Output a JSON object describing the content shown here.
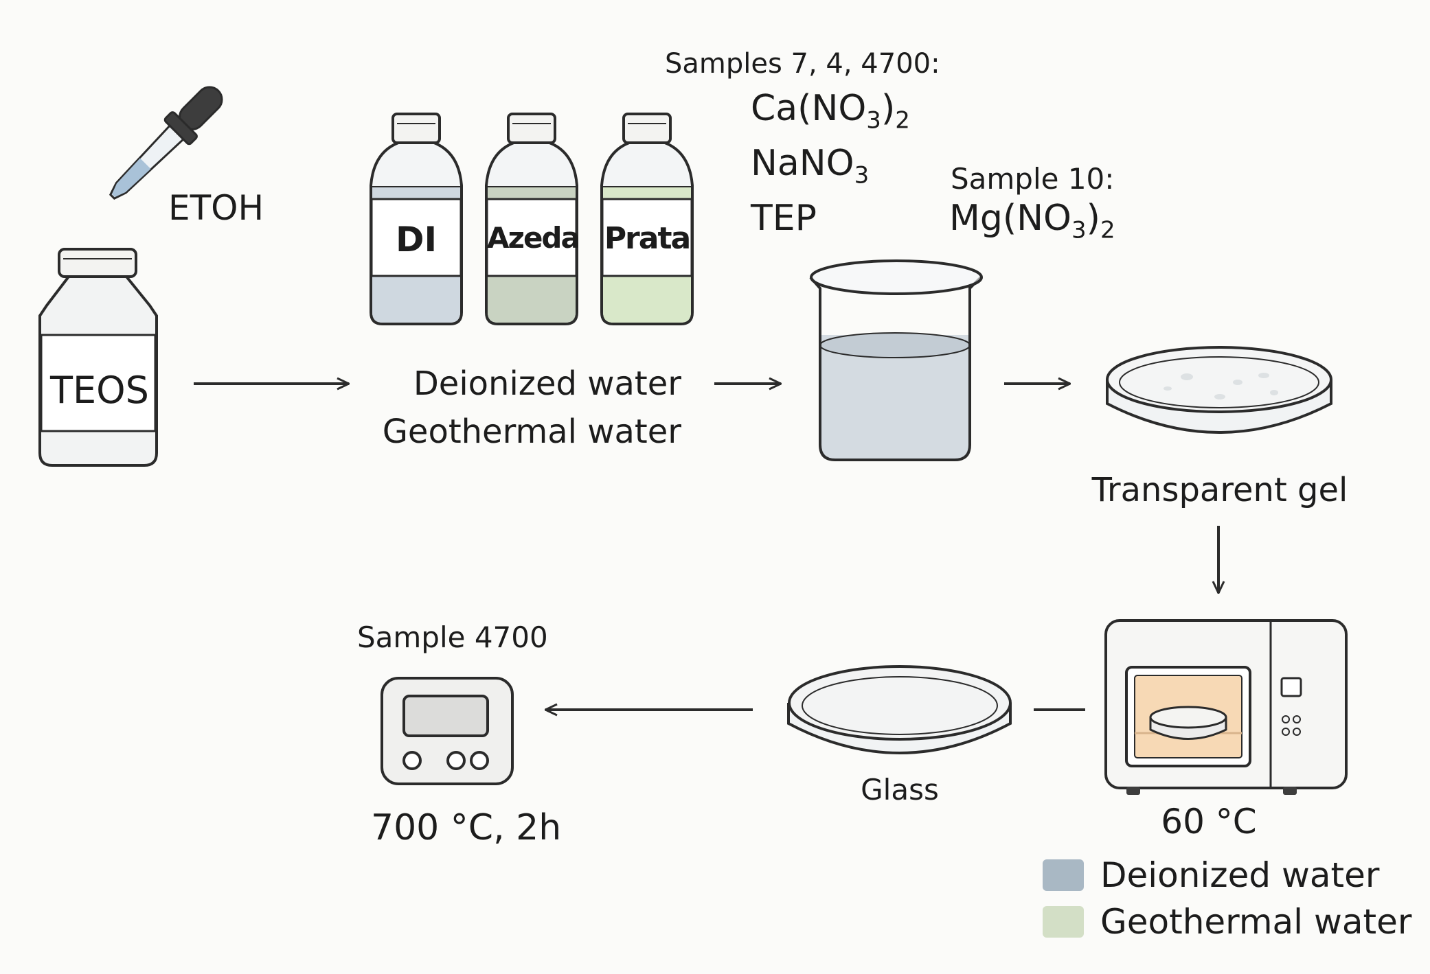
{
  "labels": {
    "etoh": "ETOH",
    "teos": "TEOS",
    "bottle_di": "DI",
    "bottle_azeda": "Azeda",
    "bottle_prata": "Prata",
    "samples_a_header": "Samples 7, 4, 4700:",
    "chem_1_base": "Ca(NO",
    "chem_1_sub": "3",
    "chem_1_close": ")",
    "chem_1_sub2": "2",
    "chem_2_base": "NaNO",
    "chem_2_sub": "3",
    "chem_3": "TEP",
    "samples_b_header": "Sample 10:",
    "chem_4_base": "Mg(NO",
    "chem_4_sub": "3",
    "chem_4_close": ")",
    "chem_4_sub2": "2",
    "water_line_1": "Deionized water",
    "water_line_2": "Geothermal water",
    "gel": "Transparent gel",
    "oven_temp": "60 °C",
    "glass": "Glass",
    "furnace_sample": "Sample 4700",
    "furnace_condition": "700 °C, 2h"
  },
  "legend": [
    {
      "label": "Deionized water",
      "color": "#a9b8c4"
    },
    {
      "label": "Geothermal water",
      "color": "#d3dfc6"
    }
  ],
  "colors": {
    "stroke": "#2b2b2b",
    "di_liquid": "#cfd8e0",
    "azeda_liquid": "#c9d3c2",
    "prata_liquid": "#d9e8c9",
    "beaker_liquid": "#d4dbe1",
    "oven_interior": "#f7d9b5",
    "dropper_bulb": "#3d3d3d"
  },
  "icons": [
    "dropper-icon",
    "teos-jar-icon",
    "bottle-icon",
    "beaker-icon",
    "petri-dish-icon",
    "oven-icon",
    "furnace-icon"
  ]
}
